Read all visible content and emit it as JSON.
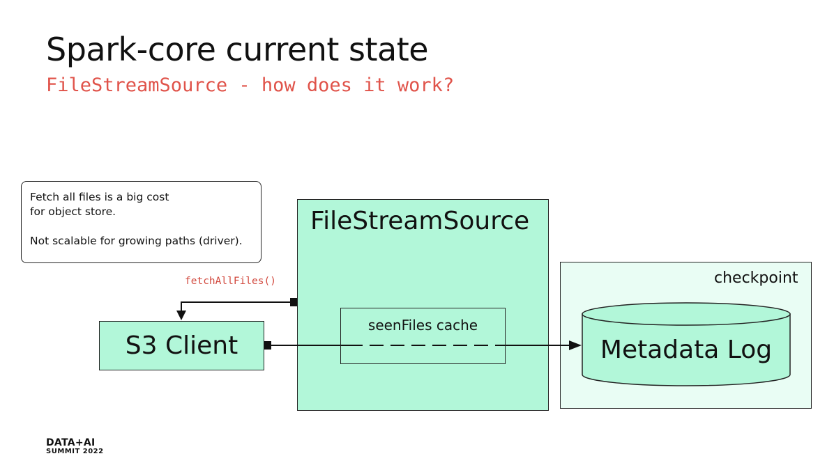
{
  "slide": {
    "title": "Spark-core current state",
    "subtitle": "FileStreamSource - how does it work?"
  },
  "note": {
    "line1": "Fetch all files is a big cost",
    "line2": "for object store.",
    "line3": "Not scalable for growing paths (driver)."
  },
  "diagram": {
    "fetch_label": "fetchAllFiles()",
    "s3_client": "S3 Client",
    "file_stream_source": "FileStreamSource",
    "seen_files_cache": "seenFiles cache",
    "checkpoint": "checkpoint",
    "metadata_log": "Metadata Log"
  },
  "logo": {
    "line1": "DATA+AI",
    "line2": "SUMMIT 2022"
  },
  "colors": {
    "accent_red": "#e0534a",
    "box_green": "#b2f7d9",
    "checkpoint_bg": "#e9fdf4"
  }
}
